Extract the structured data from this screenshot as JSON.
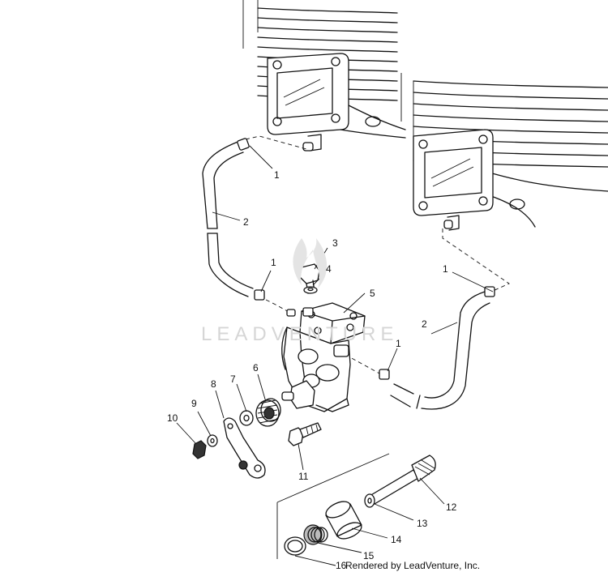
{
  "watermark": "LEADVENTURE",
  "credit": "Rendered by LeadVenture, Inc.",
  "callouts": [
    "1",
    "2",
    "3",
    "4",
    "5",
    "1",
    "1",
    "2",
    "1",
    "6",
    "7",
    "8",
    "9",
    "10",
    "11",
    "12",
    "13",
    "14",
    "15",
    "16"
  ]
}
